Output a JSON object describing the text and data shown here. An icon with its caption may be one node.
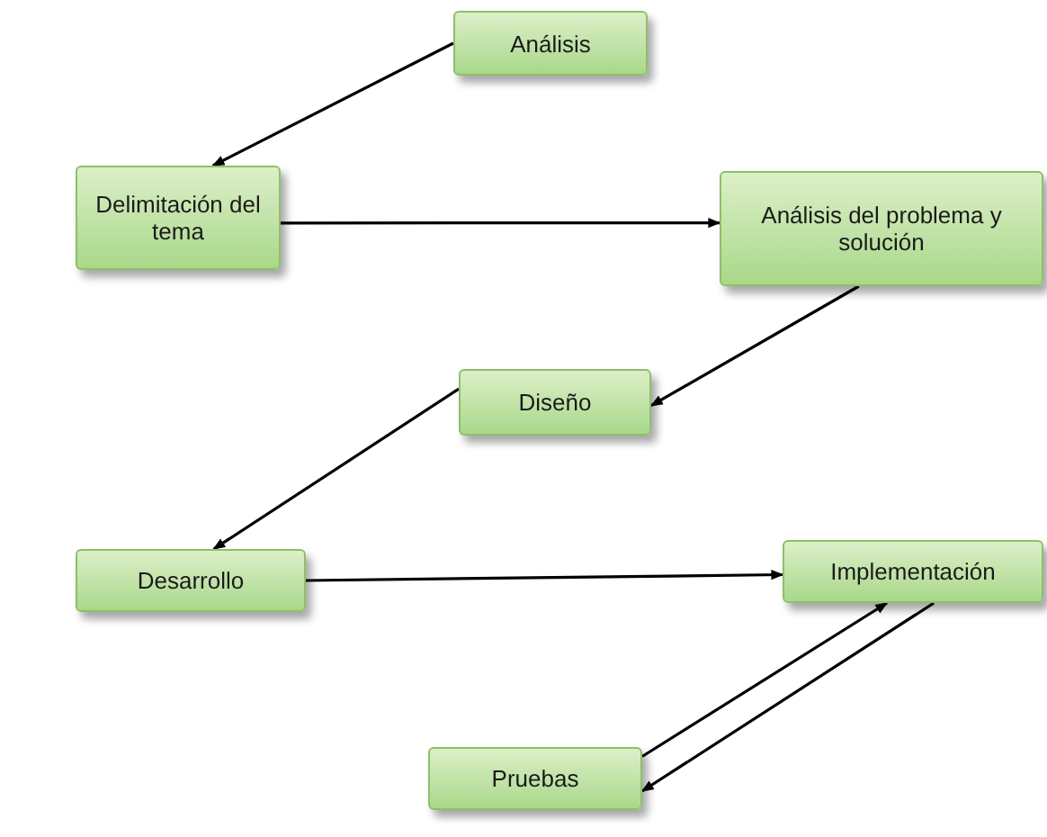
{
  "diagram": {
    "nodes": [
      {
        "text": [
          "Análisis"
        ]
      },
      {
        "text": [
          "Delimitación del tema"
        ]
      },
      {
        "text": [
          "Análisis del problema y solución"
        ]
      },
      {
        "text": [
          "Diseño"
        ]
      },
      {
        "text": [
          "Desarrollo"
        ]
      },
      {
        "text": [
          "Implementación"
        ]
      },
      {
        "text": [
          "Pruebas"
        ]
      }
    ],
    "edges": [
      {
        "from": 0,
        "to": 1,
        "arrow": "to"
      },
      {
        "from": 1,
        "to": 2,
        "arrow": "to"
      },
      {
        "from": 2,
        "to": 3,
        "arrow": "to"
      },
      {
        "from": 3,
        "to": 4,
        "arrow": "to"
      },
      {
        "from": 4,
        "to": 5,
        "arrow": "to"
      },
      {
        "from": 6,
        "to": 5,
        "arrow": "to"
      },
      {
        "from": 5,
        "to": 6,
        "arrow": "to"
      }
    ]
  }
}
